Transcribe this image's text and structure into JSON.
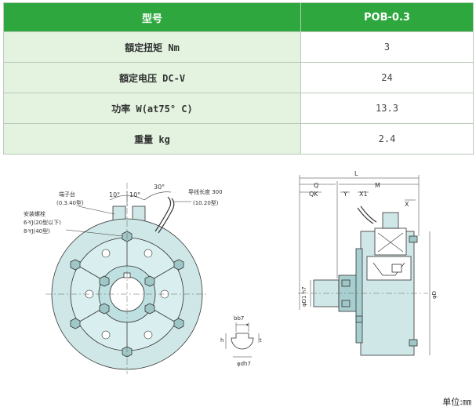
{
  "table": {
    "header": {
      "label": "型号",
      "value": "POB-0.3"
    },
    "rows": [
      {
        "label": "額定扭矩 Nm",
        "value": "3"
      },
      {
        "label": "額定电压 DC-V",
        "value": "24"
      },
      {
        "label": "功率 W(at75° C)",
        "value": "13.3"
      },
      {
        "label": "重量 kg",
        "value": "2.4"
      }
    ]
  },
  "drawing": {
    "front": {
      "angle_a": "10°",
      "angle_b": "10°",
      "angle_c": "30°",
      "terminal_label": "端子台",
      "terminal_sizes": "(0.3.40型)",
      "mount_bolt_label": "安装螺栓",
      "mount_bolt_spec1": "6-YJ(20型以下)",
      "mount_bolt_spec2": "8-YJ(40型)",
      "lead_wire_label": "导线长度 300",
      "lead_wire_sizes": "(10.20型)"
    },
    "keyway": {
      "b": "b",
      "bd7": "bb7",
      "h": "h",
      "t": "t",
      "d": "φdh7"
    },
    "side": {
      "L": "L",
      "Q": "Q",
      "QK": "QK",
      "M": "M",
      "Y": "Y",
      "X1": "X1",
      "X": "X",
      "D1": "φD1 h7",
      "D": "φD"
    }
  },
  "units": "单位:㎜",
  "colors": {
    "header_green": "#2ea83e",
    "label_bg": "#e3f3e0",
    "part_fill": "#cfe7e7",
    "part_fill_dark": "#a8cfd0",
    "line": "#333333"
  }
}
